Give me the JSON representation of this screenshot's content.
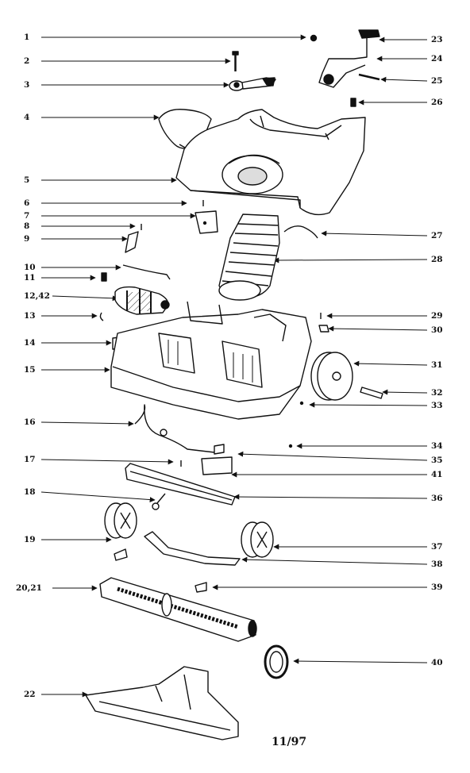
{
  "callouts_left": [
    "1",
    "2",
    "3",
    "4",
    "5",
    "6",
    "7",
    "8",
    "9",
    "10",
    "11",
    "12,42",
    "13",
    "14",
    "15",
    "16",
    "17",
    "18",
    "19",
    "20,21",
    "22"
  ],
  "callouts_right": [
    "23",
    "24",
    "25",
    "26",
    "27",
    "28",
    "29",
    "30",
    "31",
    "32",
    "33",
    "34",
    "35",
    "41",
    "36",
    "37",
    "38",
    "39",
    "40"
  ],
  "footer": "11/97"
}
